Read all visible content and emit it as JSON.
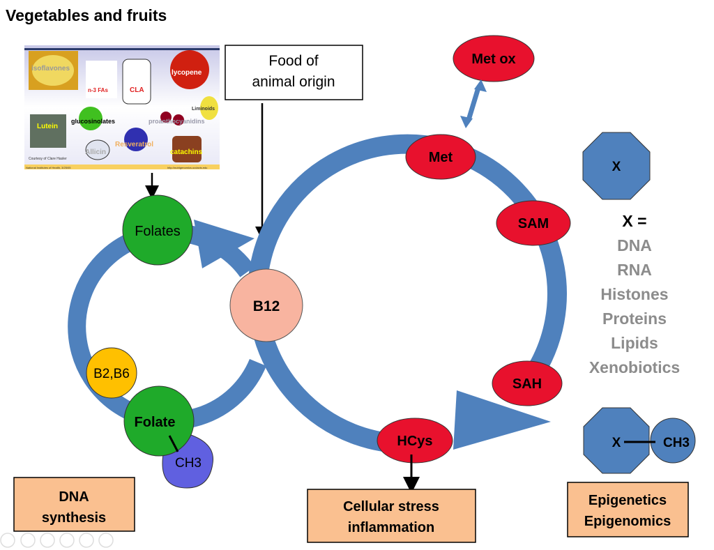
{
  "title": "Vegetables and fruits",
  "inset": {
    "labels": [
      "isoflavones",
      "n-3 FAs",
      "CLA",
      "lycopene",
      "Liminoids",
      "Lutein",
      "glucosinolates",
      "proanthocyanidins",
      "Allicin",
      "Resveratrol",
      "catachins"
    ],
    "credit": "Courtesy of Clare Hasler",
    "footer_left": "National Institutes of Health, 3/25/05",
    "footer_right": "http://nutrigenomics.ucdavis.edu"
  },
  "food_box": {
    "line1": "Food of",
    "line2": "animal origin"
  },
  "nodes": {
    "folates": "Folates",
    "folate": "Folate",
    "b2b6": "B2,B6",
    "ch3_left": "CH3",
    "b12": "B12",
    "met_ox": "Met ox",
    "met": "Met",
    "sam": "SAM",
    "sah": "SAH",
    "hcys": "HCys"
  },
  "x_octagon": "X",
  "x_eq": "X =",
  "x_list": [
    "DNA",
    "RNA",
    "Histones",
    "Proteins",
    "Lipids",
    "Xenobiotics"
  ],
  "methylated": {
    "x": "X",
    "ch3": "CH3"
  },
  "boxes": {
    "dna": [
      "DNA",
      "synthesis"
    ],
    "stress": [
      "Cellular stress",
      "inflammation"
    ],
    "epi": [
      "Epigenetics",
      "Epigenomics"
    ]
  },
  "colors": {
    "ring": "#4f81bd",
    "red": "#e8112d",
    "green": "#1faa2a",
    "box": "#fac090",
    "b12": "#f8b4a0",
    "yellow": "#ffc000",
    "purple": "#6060e0",
    "gray": "#8c8c8c"
  }
}
